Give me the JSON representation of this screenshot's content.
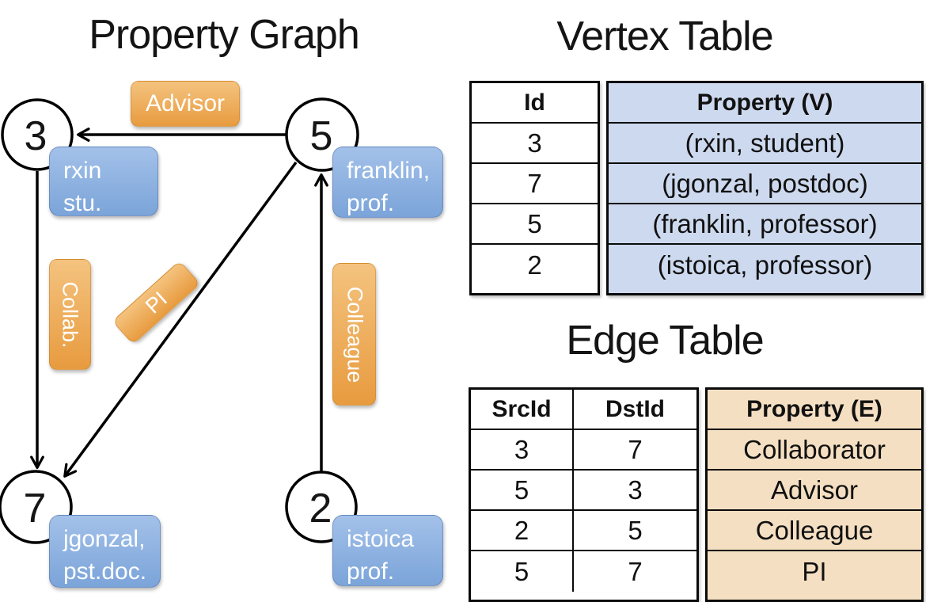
{
  "colors": {
    "ink": "#000000",
    "table-blue": "#cdd9ee",
    "table-tan": "#f5dfc2",
    "vertex-blue-top": "#a3c1e9",
    "vertex-blue-bottom": "#7ba4d9",
    "label-orange-top": "#f4c37f",
    "label-orange-bottom": "#e89b3f",
    "text-light": "#ffffff"
  },
  "graph": {
    "title": "Property Graph",
    "vertices": [
      {
        "id": "3",
        "label_line1": "rxin",
        "label_line2": "stu."
      },
      {
        "id": "5",
        "label_line1": "franklin,",
        "label_line2": "prof."
      },
      {
        "id": "7",
        "label_line1": "jgonzal,",
        "label_line2": "pst.doc."
      },
      {
        "id": "2",
        "label_line1": "istoica",
        "label_line2": "prof."
      }
    ],
    "edges": [
      {
        "label": "Advisor",
        "src": "5",
        "dst": "3"
      },
      {
        "label": "Collab.",
        "src": "3",
        "dst": "7"
      },
      {
        "label": "PI",
        "src": "5",
        "dst": "7"
      },
      {
        "label": "Colleague",
        "src": "2",
        "dst": "5"
      }
    ]
  },
  "vertex_table": {
    "title": "Vertex Table",
    "columns": {
      "id": "Id",
      "property": "Property (V)"
    },
    "rows": [
      {
        "id": "3",
        "property": "(rxin, student)"
      },
      {
        "id": "7",
        "property": "(jgonzal, postdoc)"
      },
      {
        "id": "5",
        "property": "(franklin, professor)"
      },
      {
        "id": "2",
        "property": "(istoica, professor)"
      }
    ]
  },
  "edge_table": {
    "title": "Edge Table",
    "columns": {
      "src": "SrcId",
      "dst": "DstId",
      "property": "Property (E)"
    },
    "rows": [
      {
        "src": "3",
        "dst": "7",
        "property": "Collaborator"
      },
      {
        "src": "5",
        "dst": "3",
        "property": "Advisor"
      },
      {
        "src": "2",
        "dst": "5",
        "property": "Colleague"
      },
      {
        "src": "5",
        "dst": "7",
        "property": "PI"
      }
    ]
  }
}
